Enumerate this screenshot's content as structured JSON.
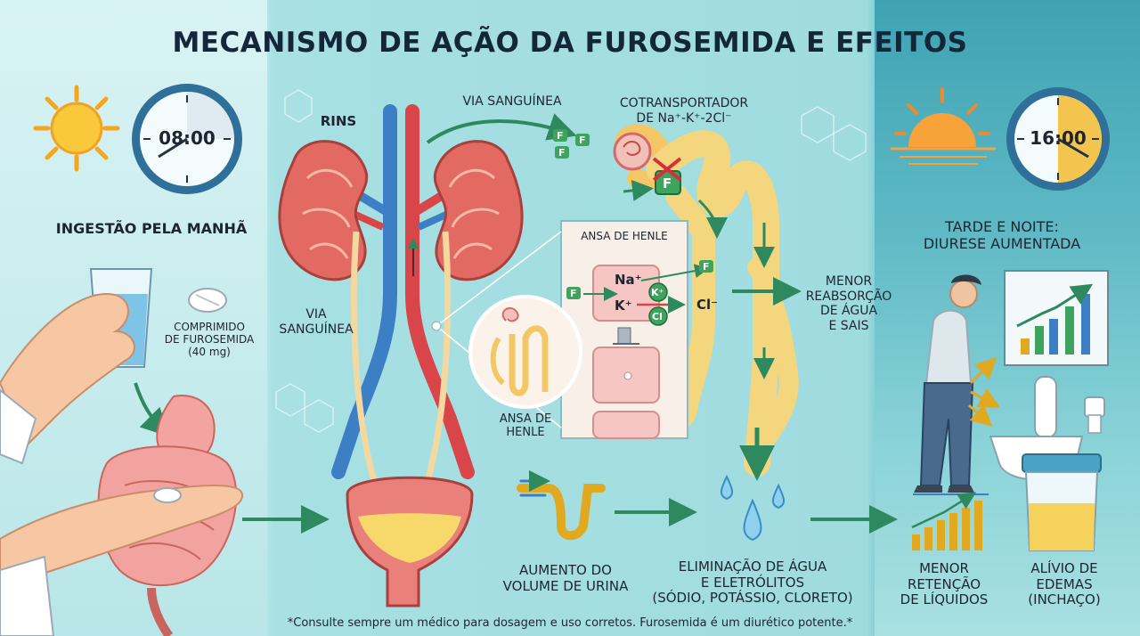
{
  "title": "MECANISMO DE AÇÃO DA FUROSEMIDA E EFEITOS",
  "clock_morning": "08:00",
  "clock_evening": "16:00",
  "morning_label": "INGESTÃO PELA MANHÃ",
  "pill_label": [
    "COMPRIMIDO",
    "DE FUROSEMIDA",
    "(40 mg)"
  ],
  "rins_label": "RINS",
  "via_sanguinea_top": "VIA SANGUÍNEA",
  "via_sanguinea_left": [
    "VIA",
    "SANGUÍNEA"
  ],
  "cotransporter_label": [
    "COTRANSPORTADOR",
    "DE Na⁺-K⁺-2Cl⁻"
  ],
  "ansa_box_label": "ANSA DE HENLE",
  "ansa_circle_label": [
    "ANSA DE",
    "HENLE"
  ],
  "ions": {
    "na": "Na⁺",
    "k": "K⁺",
    "cl": "Cl⁻",
    "k_circle": "K⁺",
    "cl_circle": "Cl"
  },
  "drug_letter": "F",
  "menor_reabsorcao": [
    "MENOR",
    "REABSORÇÃO",
    "DE ÁGUA",
    "E SAIS"
  ],
  "tarde_label": [
    "TARDE E NOITE:",
    "DIURESE AUMENTADA"
  ],
  "aumento_label": [
    "AUMENTO DO",
    "VOLUME DE URINA"
  ],
  "eliminacao_label": [
    "ELIMINAÇÃO DE ÁGUA",
    "E ELETRÓLITOS",
    "(SÓDIO, POTÁSSIO, CLORETO)"
  ],
  "menor_retencao": [
    "MENOR",
    "RETENÇÃO",
    "DE LÍQUIDOS"
  ],
  "alivio": [
    "ALÍVIO DE",
    "EDEMAS",
    "(INCHAÇO)"
  ],
  "footnote": "*Consulte sempre um médico para dosagem e uso corretos. Furosemida é um diurético potente.*"
}
